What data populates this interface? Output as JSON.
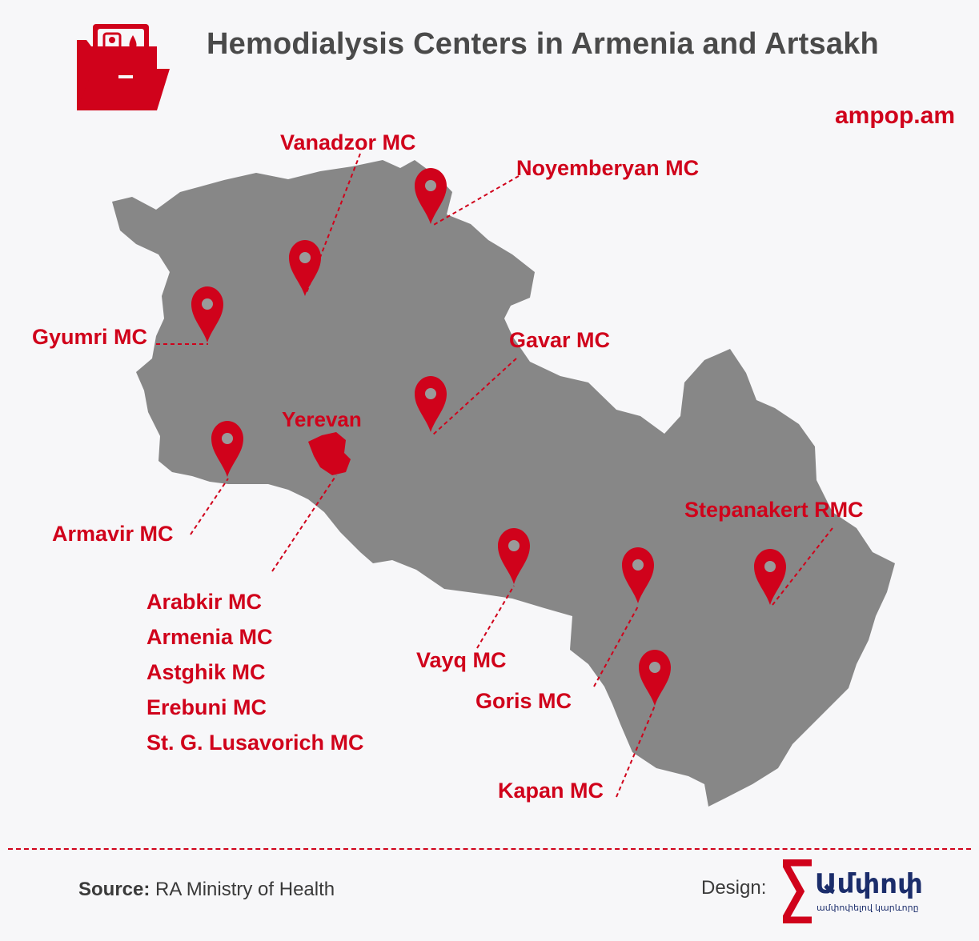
{
  "title": "Hemodialysis Centers in Armenia and Artsakh",
  "site": "ampop.am",
  "colors": {
    "accent": "#d0021b",
    "map_fill": "#878787",
    "text": "#3a3a3a",
    "background": "#f7f7f9"
  },
  "header_icon": "folder-document-icon",
  "centers": {
    "vanadzor": "Vanadzor MC",
    "noyemberyan": "Noyemberyan MC",
    "gyumri": "Gyumri MC",
    "gavar": "Gavar MC",
    "yerevan": "Yerevan",
    "armavir": "Armavir MC",
    "stepanakert": "Stepanakert RMC",
    "vayq": "Vayq MC",
    "goris": "Goris MC",
    "kapan": "Kapan MC"
  },
  "yerevan_centers": [
    "Arabkir MC",
    "Armenia MC",
    "Astghik MC",
    "Erebuni MC",
    "St. G. Lusavorich MC"
  ],
  "source": {
    "label": "Source:",
    "text": "RA Ministry of Health"
  },
  "design": {
    "label": "Design:",
    "logo_word": "Ամփոփ",
    "logo_tagline": "ամփոփելով կարևորը"
  }
}
